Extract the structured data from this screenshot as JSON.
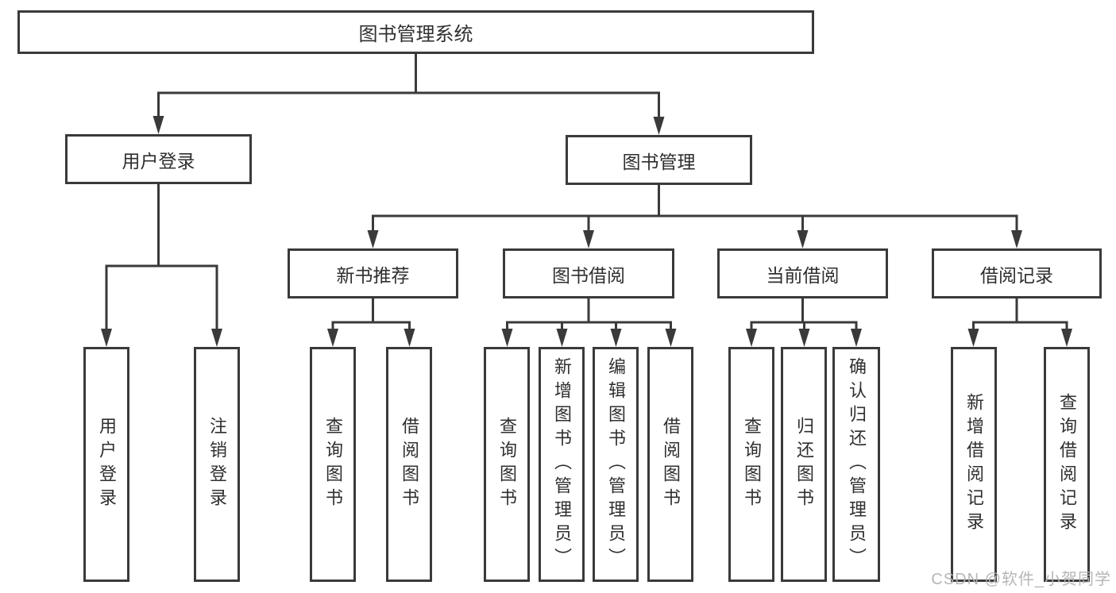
{
  "root": {
    "label": "图书管理系统"
  },
  "branches": [
    {
      "label": "用户登录",
      "children": [
        {
          "label": "用户登录"
        },
        {
          "label": "注销登录"
        }
      ]
    },
    {
      "label": "图书管理",
      "children": [
        {
          "label": "新书推荐",
          "children": [
            {
              "label": "查询图书"
            },
            {
              "label": "借阅图书"
            }
          ]
        },
        {
          "label": "图书借阅",
          "children": [
            {
              "label": "查询图书"
            },
            {
              "label": "新增图书（管理员）"
            },
            {
              "label": "编辑图书（管理员）"
            },
            {
              "label": "借阅图书"
            }
          ]
        },
        {
          "label": "当前借阅",
          "children": [
            {
              "label": "查询图书"
            },
            {
              "label": "归还图书"
            },
            {
              "label": "确认归还（管理员）"
            }
          ]
        },
        {
          "label": "借阅记录",
          "children": [
            {
              "label": "新增借阅记录"
            },
            {
              "label": "查询借阅记录"
            }
          ]
        }
      ]
    }
  ],
  "watermark": {
    "text": "CSDN @软件_小贺同学"
  },
  "colors": {
    "line": "#3a3a3a",
    "text": "#2f2f2f",
    "watermark": "#b2b2b2",
    "background": "#ffffff"
  }
}
